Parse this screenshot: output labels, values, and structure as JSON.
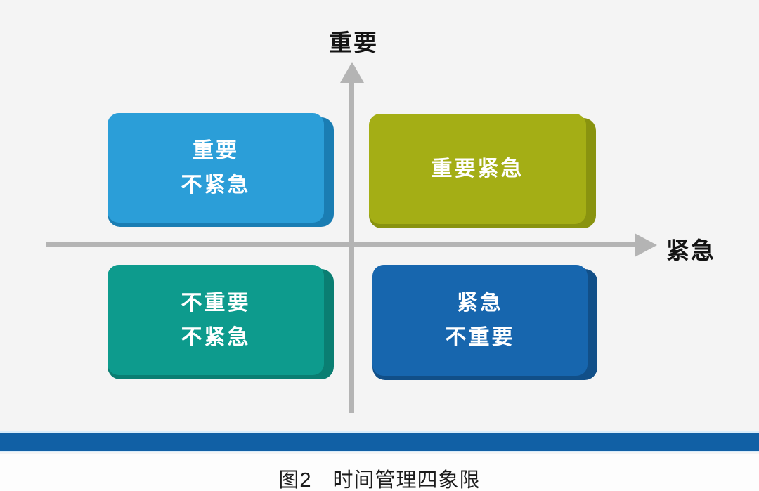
{
  "figure": {
    "axes": {
      "y_label": "重要",
      "x_label": "紧急",
      "axis_color": "#b4b4b4",
      "label_color": "#141414"
    },
    "quadrants": {
      "top_left": {
        "line1": "重要",
        "line2": "不紧急",
        "face_color": "#2b9ed8",
        "side_color": "#1a7db3"
      },
      "top_right": {
        "line1": "重要紧急",
        "line2": "",
        "face_color": "#a4ae15",
        "side_color": "#89930f"
      },
      "bottom_left": {
        "line1": "不重要",
        "line2": "不紧急",
        "face_color": "#0d9b8d",
        "side_color": "#0a7e72"
      },
      "bottom_right": {
        "line1": "紧急",
        "line2": "不重要",
        "face_color": "#1766ae",
        "side_color": "#114f88"
      }
    },
    "divider_bar_color": "#1160a5",
    "caption": "图2　时间管理四象限",
    "background_color": "#f4f4f4",
    "text_color_on_boxes": "#ffffff"
  }
}
